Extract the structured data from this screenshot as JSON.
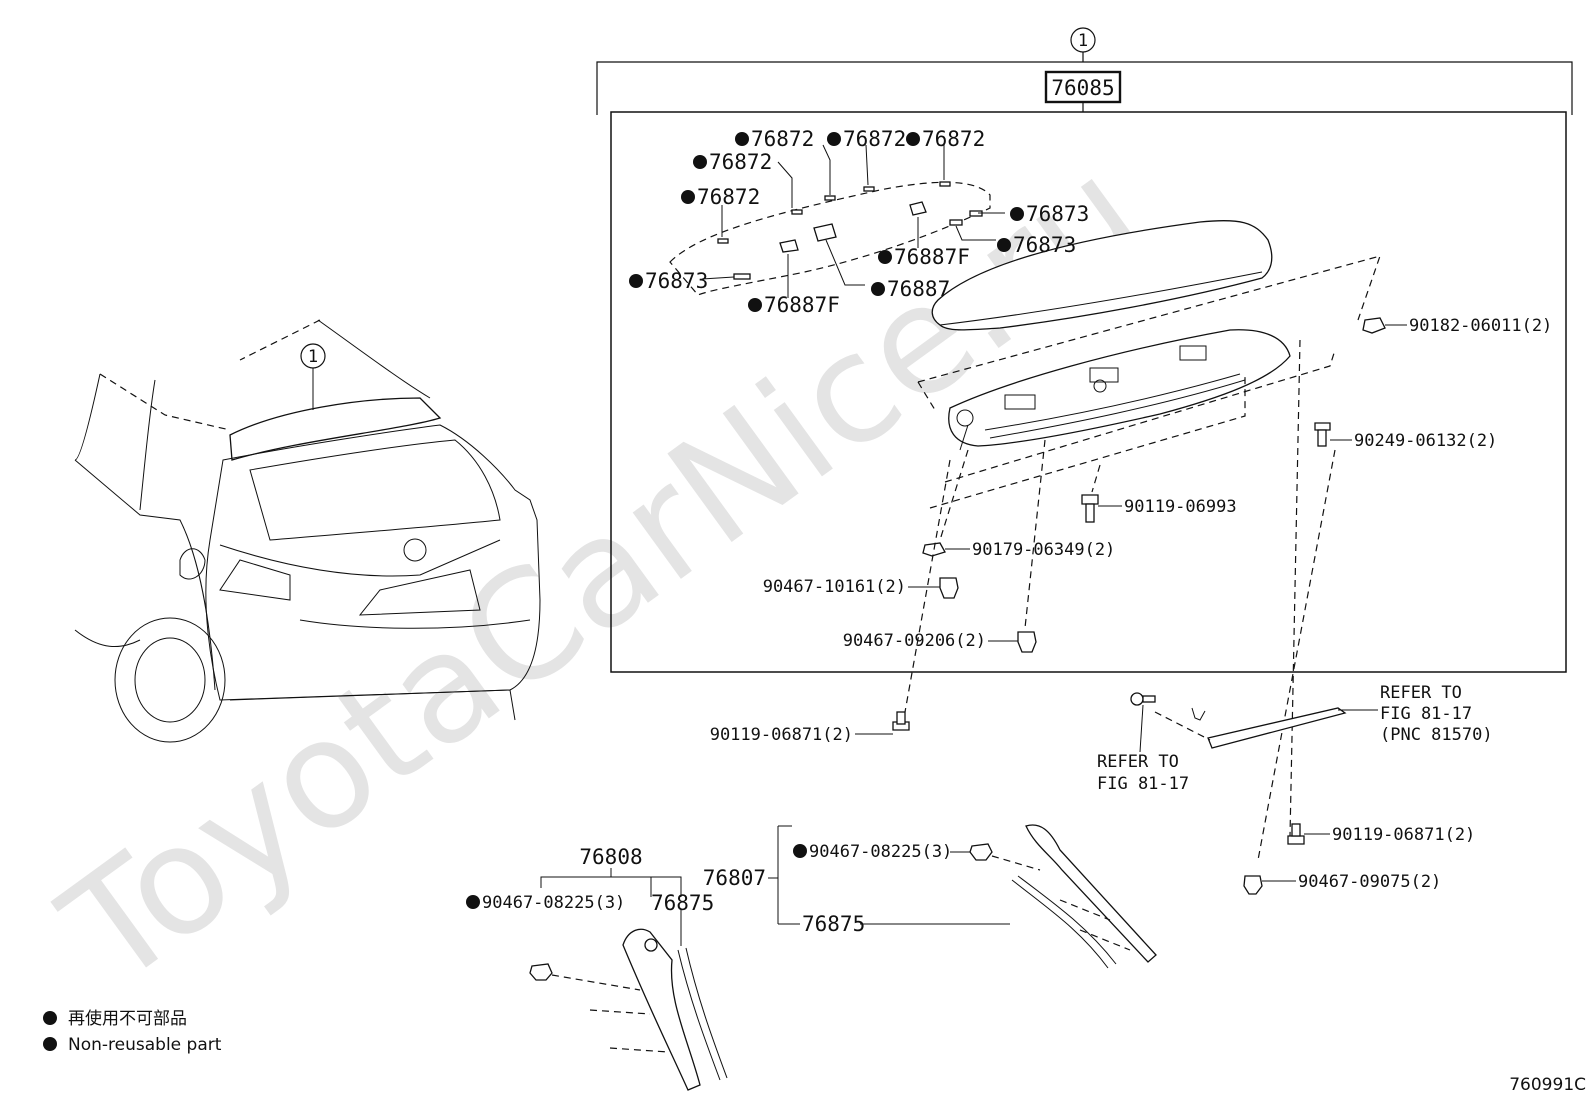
{
  "assembly": {
    "ref_number": "1",
    "code": "76085"
  },
  "callouts": {
    "p76872_a": "76872",
    "p76872_b": "76872",
    "p76872_c": "76872",
    "p76872_d": "76872",
    "p76872_e": "76872",
    "p76873_a": "76873",
    "p76873_b": "76873",
    "p76873_c": "76873",
    "p76887f_a": "76887F",
    "p76887f_b": "76887F",
    "p76887": "76887",
    "p90182": "90182-06011(2)",
    "p90249": "90249-06132(2)",
    "p90119_06993": "90119-06993",
    "p90179": "90179-06349(2)",
    "p90467_10161": "90467-10161(2)",
    "p90467_09206": "90467-09206(2)",
    "p90119_06871_a": "90119-06871(2)",
    "p90119_06871_b": "90119-06871(2)",
    "p90467_09075": "90467-09075(2)",
    "p76808": "76808",
    "p90467_08225_a": "90467-08225(3)",
    "p76875_a": "76875",
    "p76807": "76807",
    "p90467_08225_b": "90467-08225(3)",
    "p76875_b": "76875"
  },
  "refer_notes": {
    "right_line1": "REFER TO",
    "right_line2": "FIG 81-17",
    "right_line3": "(PNC 81570)",
    "left_line1": "REFER TO",
    "left_line2": "FIG 81-17"
  },
  "legend": {
    "japanese": "再使用不可部品",
    "english": "Non-reusable part"
  },
  "watermark": "ToyotaCarNice.ru",
  "figure_code": "760991C"
}
